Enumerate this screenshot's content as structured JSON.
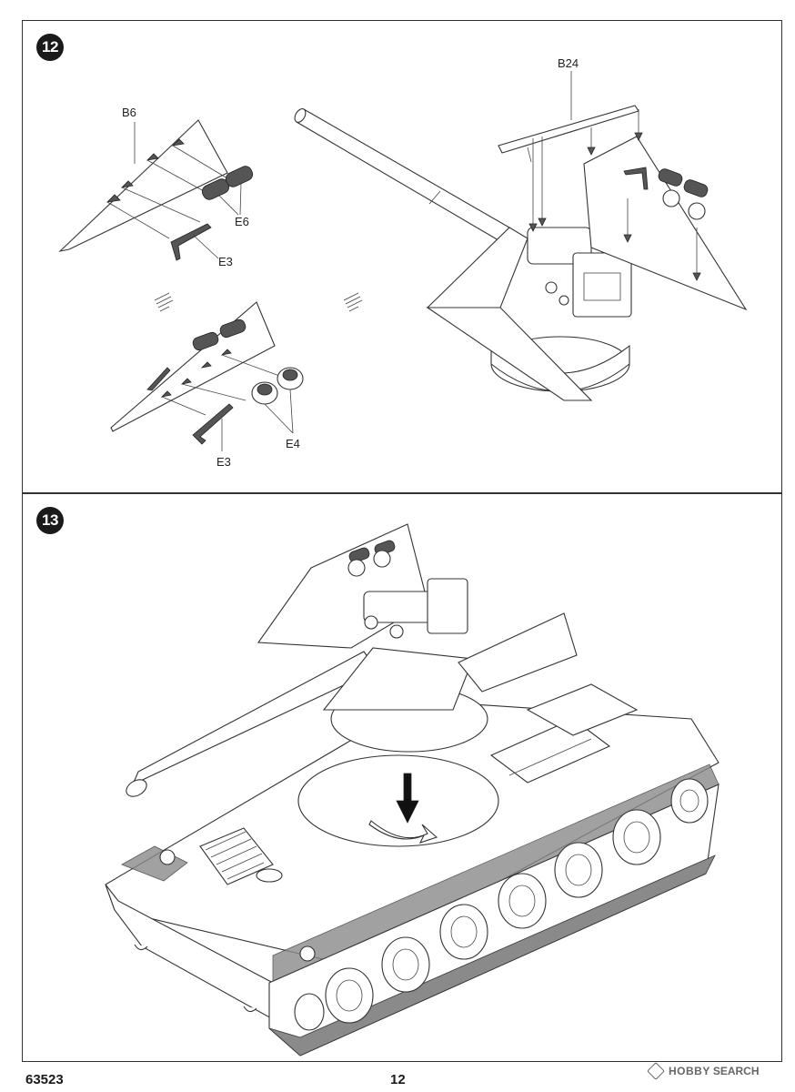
{
  "steps": [
    {
      "number": "12",
      "labels": {
        "b6": "B6",
        "e6": "E6",
        "e3_top": "E3",
        "b24": "B24",
        "e3_bottom": "E3",
        "e4": "E4"
      }
    },
    {
      "number": "13"
    }
  ],
  "footer": {
    "kit_number": "63523",
    "page_number": "12"
  },
  "watermark": {
    "brand": "HOBBY",
    "word": "SEARCH"
  }
}
